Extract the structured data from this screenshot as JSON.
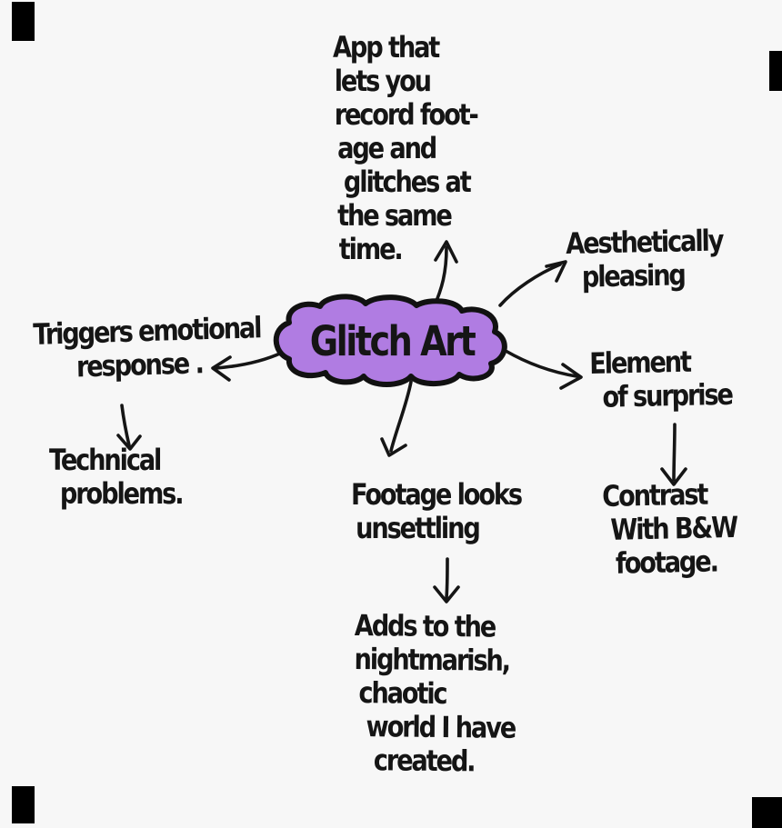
{
  "title": "Glitch Art mind map",
  "colors": {
    "background": "#f7f7f7",
    "ink": "#151515",
    "cloud_fill": "#b07ce2",
    "cloud_outline": "#111111"
  },
  "center": {
    "label": "Glitch Art"
  },
  "nodes": {
    "app": {
      "lines": [
        "App that",
        "lets you",
        "record foot-",
        "age and",
        "glitches at",
        "the same",
        "time."
      ]
    },
    "aesthetic": {
      "lines": [
        "Aesthetically",
        "pleasing"
      ]
    },
    "emotional": {
      "lines": [
        "Triggers emotional",
        "response ."
      ]
    },
    "technical": {
      "lines": [
        "Technical",
        "problems."
      ]
    },
    "element": {
      "lines": [
        "Element",
        "of surprise"
      ]
    },
    "contrast": {
      "lines": [
        "Contrast",
        "With B&W",
        "footage."
      ]
    },
    "footage": {
      "lines": [
        "Footage looks",
        "unsettling"
      ]
    },
    "adds": {
      "lines": [
        "Adds to the",
        "nightmarish,",
        "chaotic",
        "world I have",
        "created."
      ]
    }
  }
}
